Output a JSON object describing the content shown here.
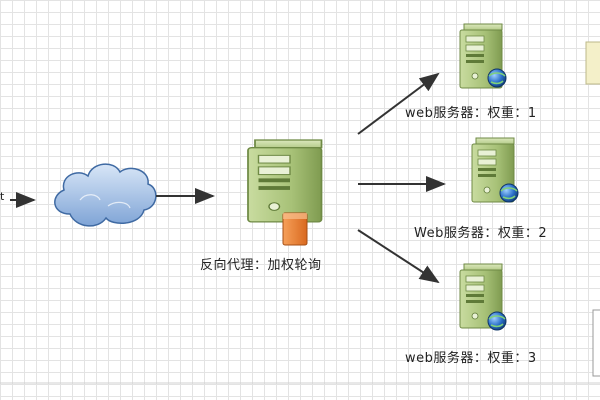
{
  "client_label": "t",
  "proxy": {
    "label": "反向代理：加权轮询"
  },
  "servers": [
    {
      "label": "web服务器：权重：1"
    },
    {
      "label": "Web服务器：权重：2"
    },
    {
      "label": "web服务器：权重：3"
    }
  ],
  "colors": {
    "server_body": "#a9c27a",
    "server_dark": "#6f8a45",
    "globe": "#2a6fc9",
    "cloud": "#8fb2de",
    "arrow": "#333333",
    "lock_orange": "#e8823a"
  },
  "icons": [
    "cloud-icon",
    "server-icon",
    "globe-icon",
    "lock-icon"
  ]
}
